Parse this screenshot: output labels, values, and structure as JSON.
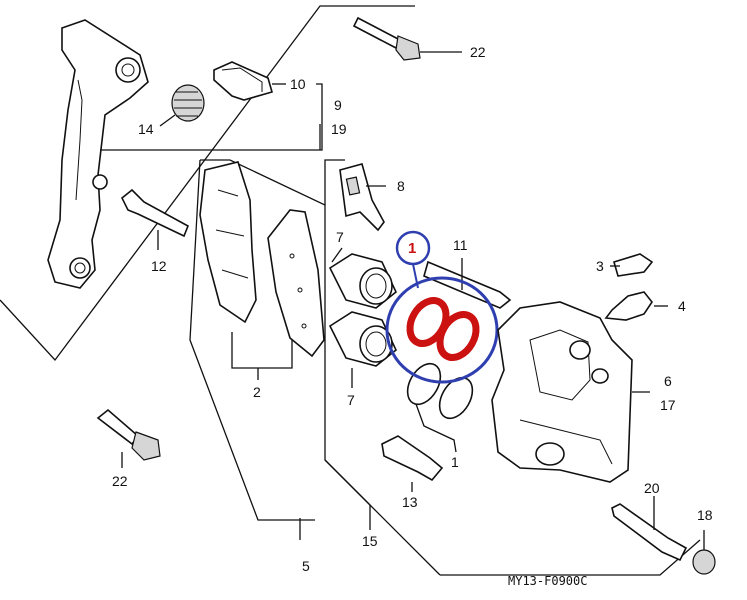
{
  "diagram": {
    "code": "MY13-F0900C",
    "highlight": {
      "label": "1",
      "ring_color": "#2f3fb0",
      "label_color": "#cc1111",
      "seal_color": "#cc1111"
    },
    "callouts": {
      "p22_top": "22",
      "p10": "10",
      "p9": "9",
      "p19": "19",
      "p14": "14",
      "p8": "8",
      "p11": "11",
      "p12": "12",
      "p7_top": "7",
      "p7_bottom": "7",
      "p3": "3",
      "p4": "4",
      "p2": "2",
      "p6": "6",
      "p17": "17",
      "p1": "1",
      "p22_bottom": "22",
      "p13": "13",
      "p20": "20",
      "p18": "18",
      "p15": "15",
      "p5": "5"
    }
  }
}
